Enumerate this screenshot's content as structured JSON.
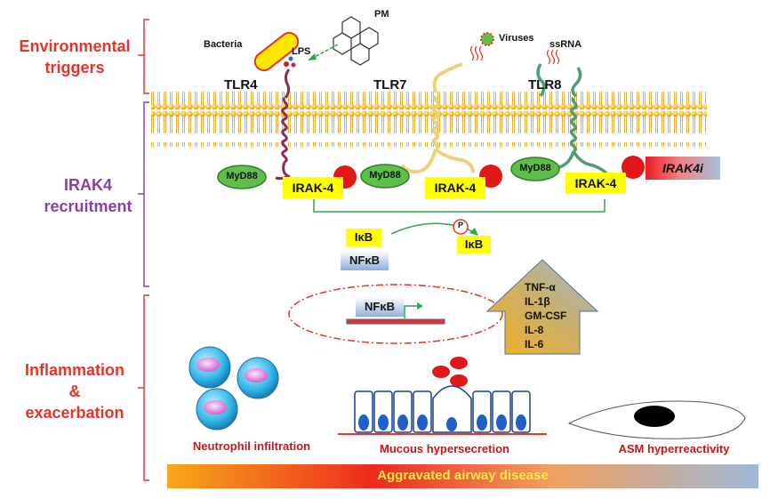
{
  "sections": {
    "environmental": "Environmental triggers",
    "environmental_l1": "Environmental",
    "environmental_l2": "triggers",
    "irak4_l1": "IRAK4",
    "irak4_l2": "recruitment",
    "inflam_l1": "Inflammation",
    "inflam_l2": "&",
    "inflam_l3": "exacerbation"
  },
  "triggers": {
    "bacteria": "Bacteria",
    "lps": "LPS",
    "pm": "PM",
    "viruses": "Viruses",
    "ssrna": "ssRNA"
  },
  "receptors": [
    "TLR4",
    "TLR7",
    "TLR8"
  ],
  "adaptor": "MyD88",
  "kinase": "IRAK-4",
  "inhibitor": "IRAK4i",
  "ikb": "IκB",
  "phospho": "P",
  "nfkb": "NFκB",
  "cytokines": [
    "TNF-α",
    "IL-1β",
    "GM-CSF",
    "IL-8",
    "IL-6"
  ],
  "outcomes": {
    "neutrophil": "Neutrophil infiltration",
    "mucous": "Mucous hypersecretion",
    "asm": "ASM hyperreactivity"
  },
  "bottom_bar": "Aggravated airway disease",
  "colors": {
    "red_label": "#e8322a",
    "purple_label": "#8a3fa6",
    "irak_box": "#ffff00",
    "myd88": "#5fbf4a",
    "tlr4": "#8b2f4e",
    "tlr7": "#e8d27a",
    "tlr8": "#4f9e73"
  }
}
